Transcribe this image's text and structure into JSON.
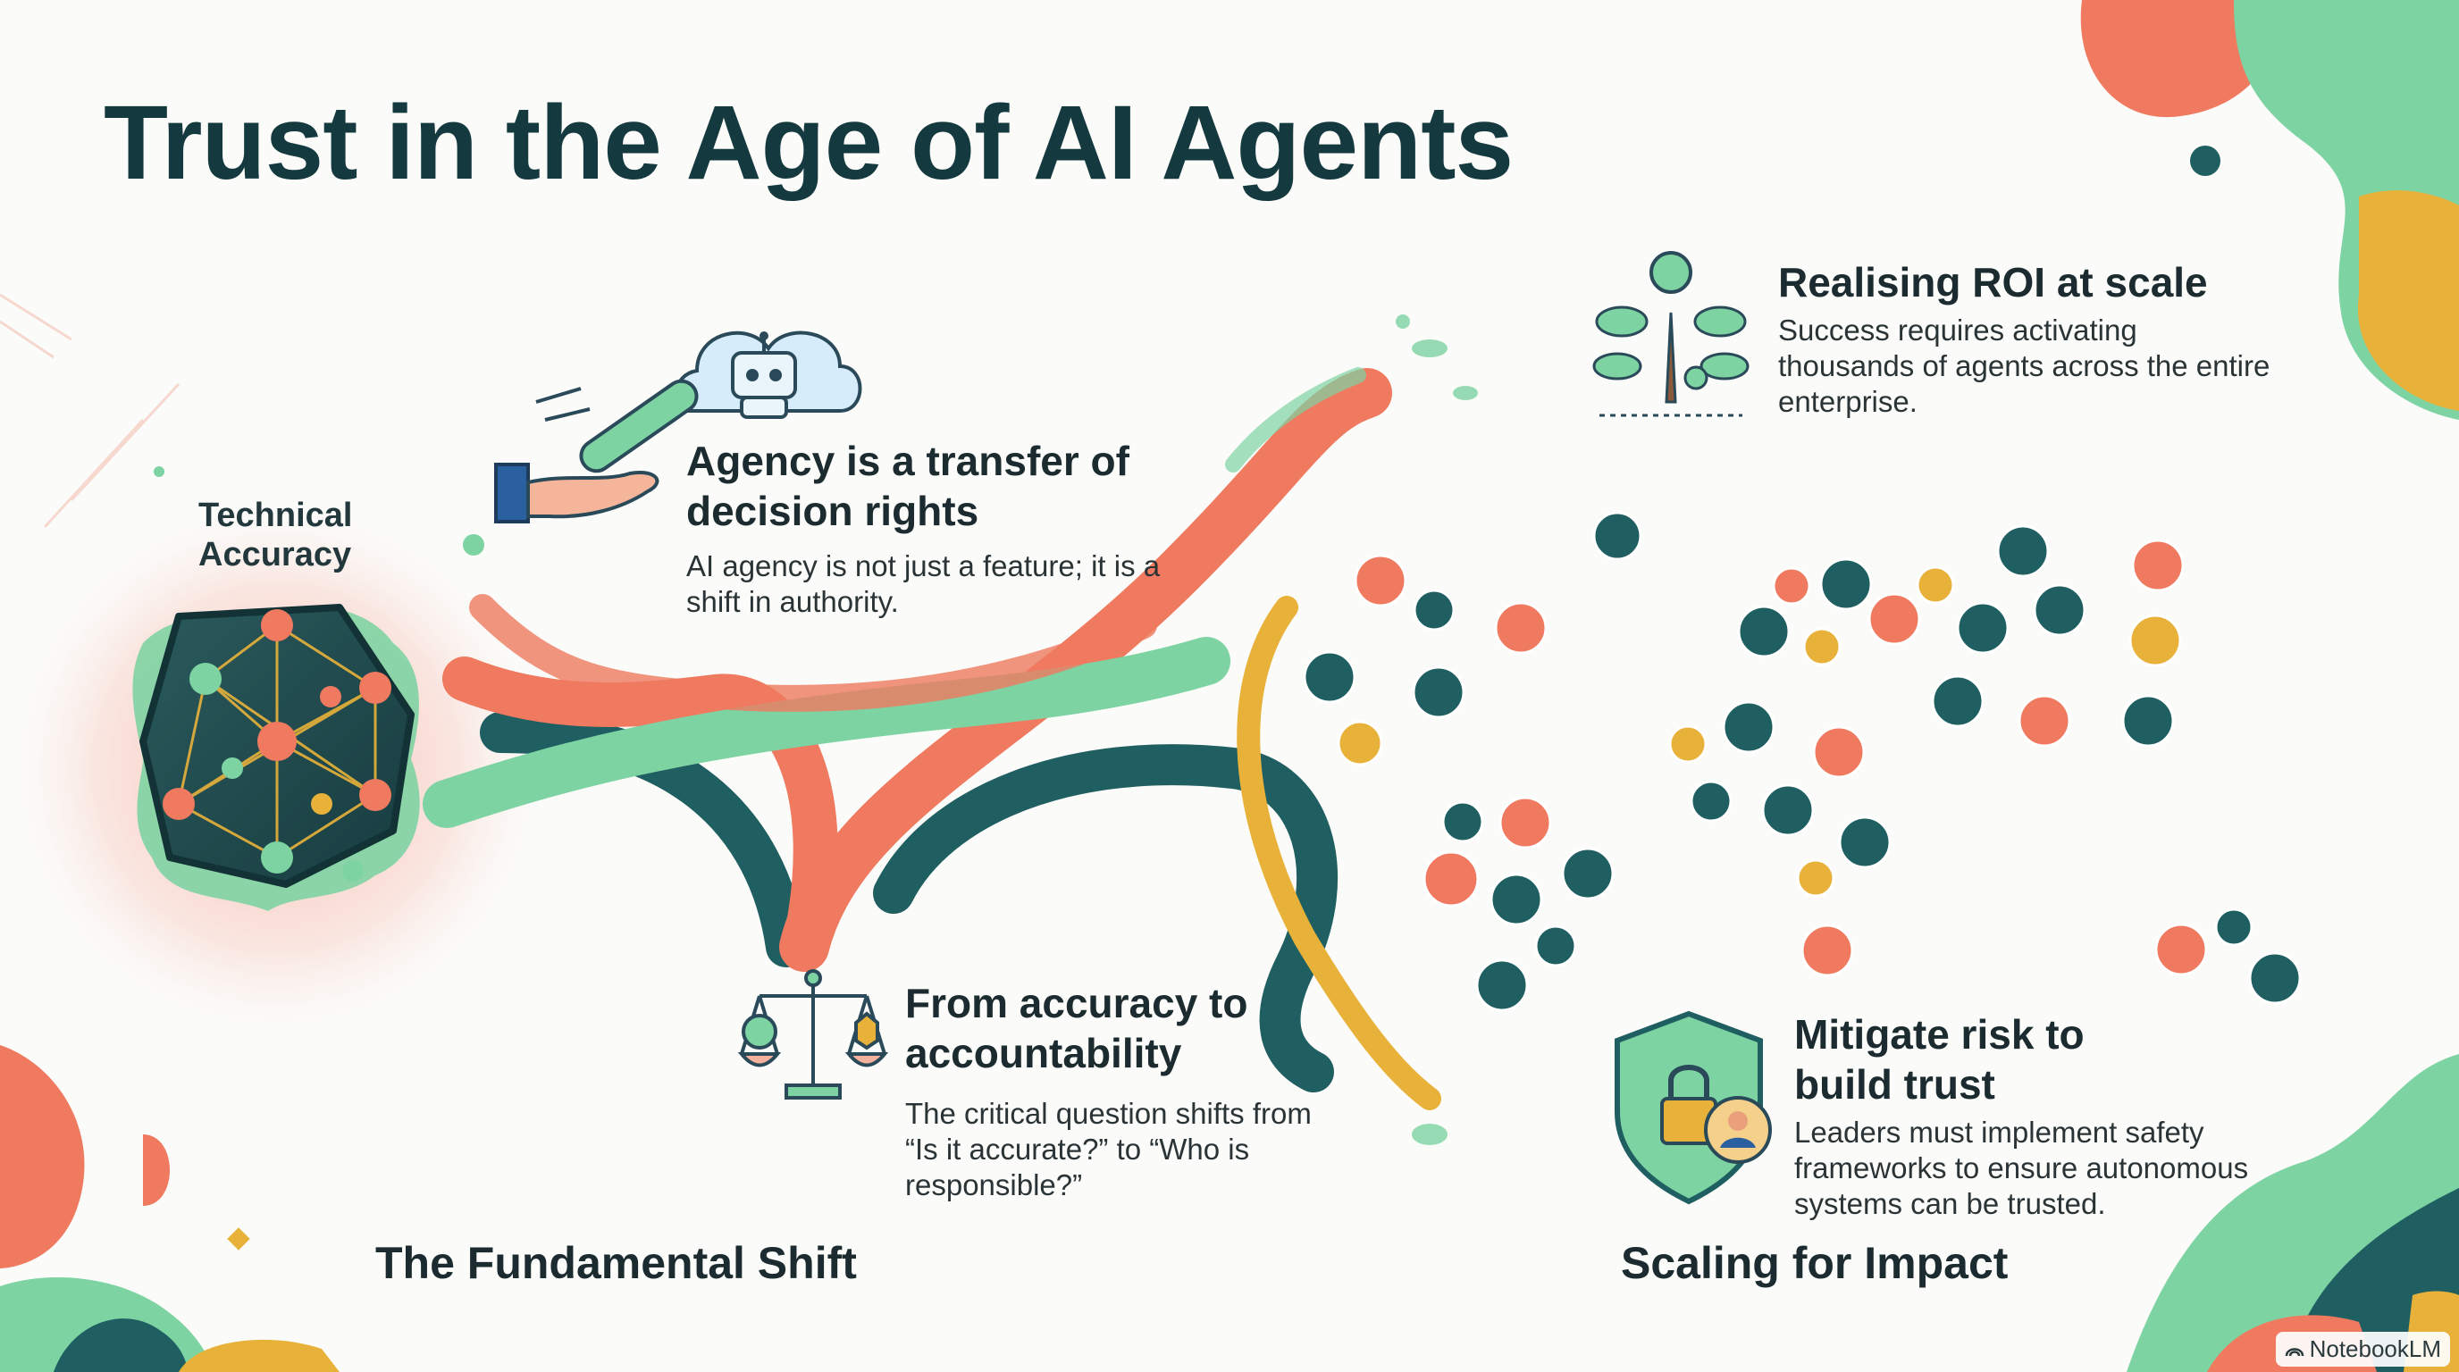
{
  "title": "Trust in the Age of AI Agents",
  "left_node": {
    "label": "Technical Accuracy"
  },
  "agency": {
    "heading": "Agency is a transfer of decision rights",
    "body": "AI agency is not just a feature; it is a shift in authority.",
    "icons": [
      "cloud-robot-icon",
      "baton-icon",
      "open-hand-icon"
    ]
  },
  "accountability": {
    "heading": "From accuracy to accountability",
    "body": "The critical question shifts from “Is it accurate?” to “Who is responsible?”",
    "icon": "scales-icon"
  },
  "roi": {
    "heading": "Realising ROI at scale",
    "body": "Success requires activating thousands of agents across the entire enterprise.",
    "icon": "money-tree-icon"
  },
  "risk": {
    "heading": "Mitigate risk to build trust",
    "body": "Leaders must implement safety frameworks to ensure autonomous systems can be trusted.",
    "icon": "shield-lock-icon"
  },
  "sections": {
    "left": "The Fundamental Shift",
    "right": "Scaling for Impact"
  },
  "watermark": "NotebookLM",
  "palette": {
    "coral": "#ef7a5f",
    "mint": "#6fcf97",
    "teal_dark": "#1f5f62",
    "mustard": "#e8b23a",
    "navy": "#14393f"
  }
}
